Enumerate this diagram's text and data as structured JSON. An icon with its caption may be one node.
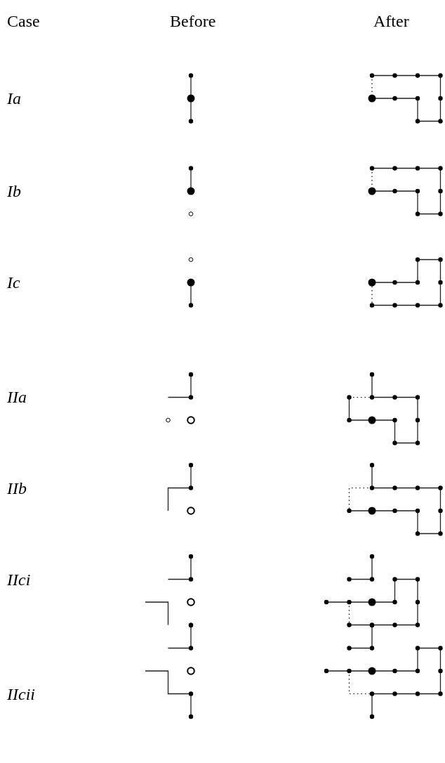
{
  "diagram": {
    "labels": [
      "Case",
      "Before",
      "After",
      "Ia",
      "Ib",
      "Ic",
      "IIa",
      "IIb",
      "IIci",
      "IIcii"
    ]
  }
}
